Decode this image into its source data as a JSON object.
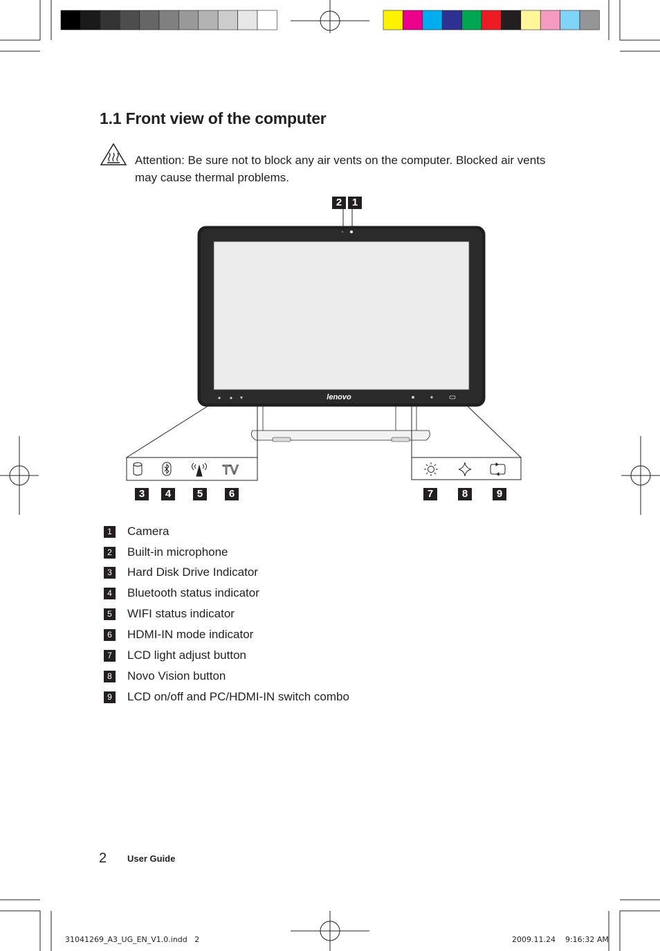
{
  "grayscale_bar": [
    "#000000",
    "#1a1a1a",
    "#333333",
    "#4d4d4d",
    "#666666",
    "#808080",
    "#999999",
    "#b3b3b3",
    "#cccccc",
    "#e6e6e6",
    "#ffffff"
  ],
  "color_bar": [
    "#fff200",
    "#ec008c",
    "#00aeef",
    "#2e3192",
    "#00a651",
    "#ed1c24",
    "#231f20",
    "#fff799",
    "#f49ac1",
    "#7fd3f7",
    "#939598"
  ],
  "heading": "1.1 Front view of the computer",
  "attention": {
    "label": "Attention:",
    "text": " Be sure not to block any air vents on the computer. Blocked air vents may cause thermal problems.",
    "icon": "hot-surface-warning-icon"
  },
  "figure": {
    "brand_logo": "lenovo",
    "callouts": {
      "c1": "1",
      "c2": "2",
      "c3": "3",
      "c4": "4",
      "c5": "5",
      "c6": "6",
      "c7": "7",
      "c8": "8",
      "c9": "9"
    },
    "left_panel_icons": [
      "hdd-icon",
      "bluetooth-icon",
      "wifi-icon",
      "tv-icon"
    ],
    "left_panel_tv_label": "TV",
    "right_panel_icons": [
      "brightness-icon",
      "novo-icon",
      "switch-icon"
    ]
  },
  "legend": [
    {
      "num": "1",
      "label": "Camera"
    },
    {
      "num": "2",
      "label": "Built-in microphone"
    },
    {
      "num": "3",
      "label": "Hard Disk Drive Indicator"
    },
    {
      "num": "4",
      "label": "Bluetooth status indicator"
    },
    {
      "num": "5",
      "label": "WIFI status indicator"
    },
    {
      "num": "6",
      "label": "HDMI-IN mode indicator"
    },
    {
      "num": "7",
      "label": "LCD light adjust button"
    },
    {
      "num": "8",
      "label": "Novo Vision button"
    },
    {
      "num": "9",
      "label": "LCD on/off and PC/HDMI-IN switch combo"
    }
  ],
  "footer": {
    "page_number": "2",
    "guide_label": "User Guide",
    "slug_file": "31041269_A3_UG_EN_V1.0.indd   2",
    "slug_date": "2009.11.24    9:16:32 AM"
  }
}
